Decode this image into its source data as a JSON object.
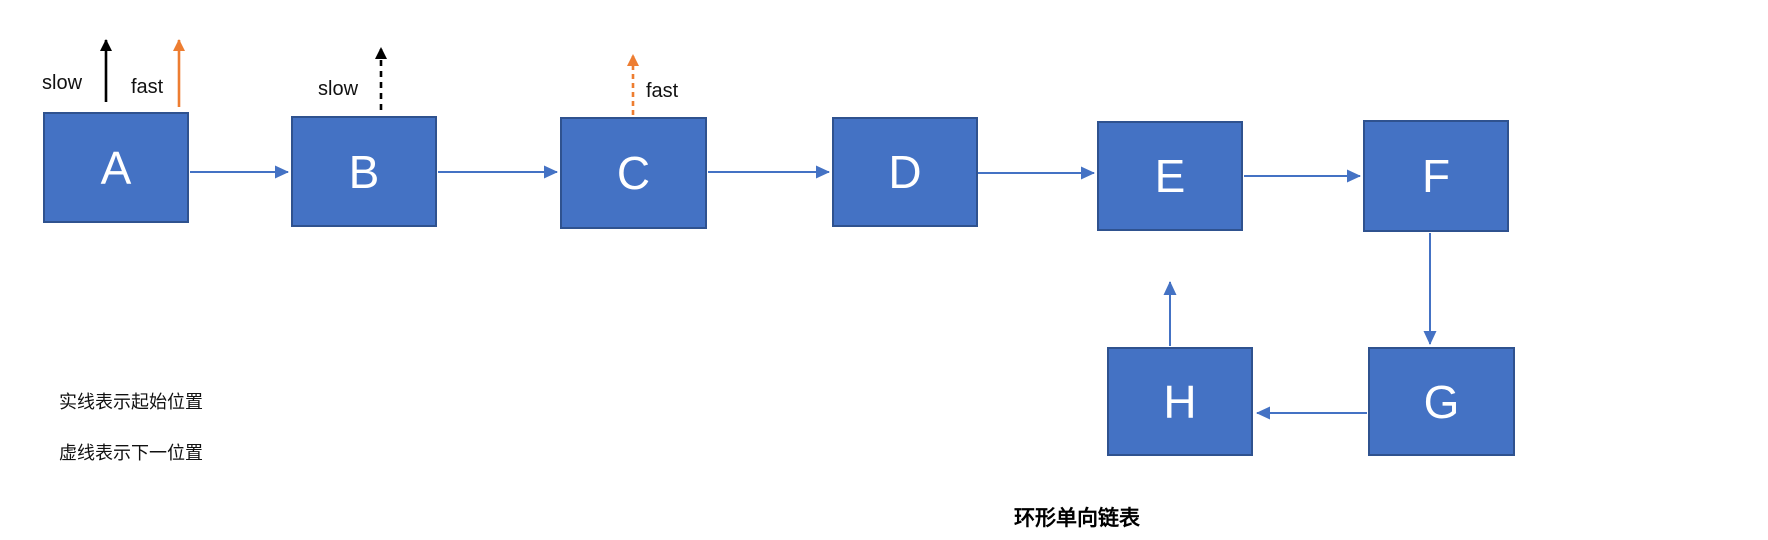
{
  "diagram": {
    "caption": "环形单向链表",
    "legend": {
      "line1": "实线表示起始位置",
      "line2": "虚线表示下一位置"
    },
    "nodes": [
      {
        "id": "A",
        "label": "A"
      },
      {
        "id": "B",
        "label": "B"
      },
      {
        "id": "C",
        "label": "C"
      },
      {
        "id": "D",
        "label": "D"
      },
      {
        "id": "E",
        "label": "E"
      },
      {
        "id": "F",
        "label": "F"
      },
      {
        "id": "G",
        "label": "G"
      },
      {
        "id": "H",
        "label": "H"
      }
    ],
    "edges": [
      {
        "from": "A",
        "to": "B"
      },
      {
        "from": "B",
        "to": "C"
      },
      {
        "from": "C",
        "to": "D"
      },
      {
        "from": "D",
        "to": "E"
      },
      {
        "from": "E",
        "to": "F"
      },
      {
        "from": "F",
        "to": "G"
      },
      {
        "from": "G",
        "to": "H"
      },
      {
        "from": "H",
        "to": "E"
      }
    ],
    "pointers": [
      {
        "label": "slow",
        "line_style": "solid",
        "color_name": "black",
        "at_node": "A"
      },
      {
        "label": "fast",
        "line_style": "solid",
        "color_name": "orange",
        "at_node": "A"
      },
      {
        "label": "slow",
        "line_style": "dashed",
        "color_name": "black",
        "at_node": "B"
      },
      {
        "label": "fast",
        "line_style": "dashed",
        "color_name": "orange",
        "at_node": "C"
      }
    ]
  },
  "colors": {
    "box-fill": "#4472C4",
    "box-border": "#2F528F",
    "arrow-blue": "#4472C4",
    "arrow-black": "#000000",
    "arrow-orange": "#ED7D31",
    "text-color": "#111111"
  }
}
